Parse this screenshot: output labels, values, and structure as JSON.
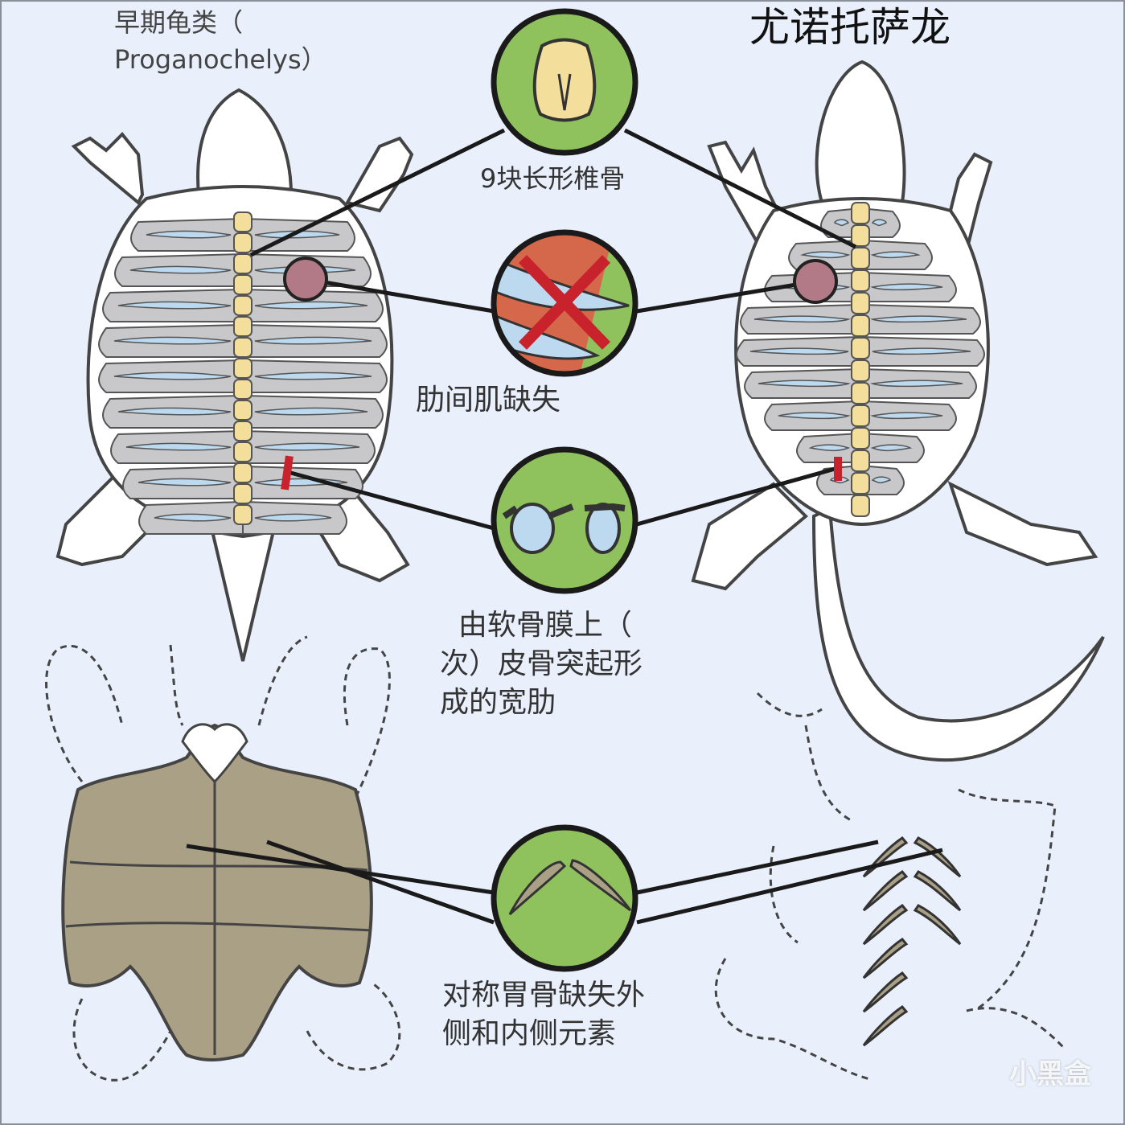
{
  "labels": {
    "left_title_line1": "早期龟类（",
    "left_title_line2": "Proganochelys）",
    "right_title": "尤诺托萨龙",
    "vertebrae": "9块长形椎骨",
    "intercostal": "肋间肌缺失",
    "broad_ribs": "  由软骨膜上（\n次）皮骨突起形\n成的宽肋",
    "gastralia": "对称胃骨缺失外\n侧和内侧元素"
  },
  "watermark": "小黑盒",
  "colors": {
    "background": "#e9f0fb",
    "circle": "#8fc15c",
    "bone": "#f3df9b",
    "rib": "#c8c8ca",
    "plastron": "#aaa086",
    "red": "#c8232c"
  }
}
